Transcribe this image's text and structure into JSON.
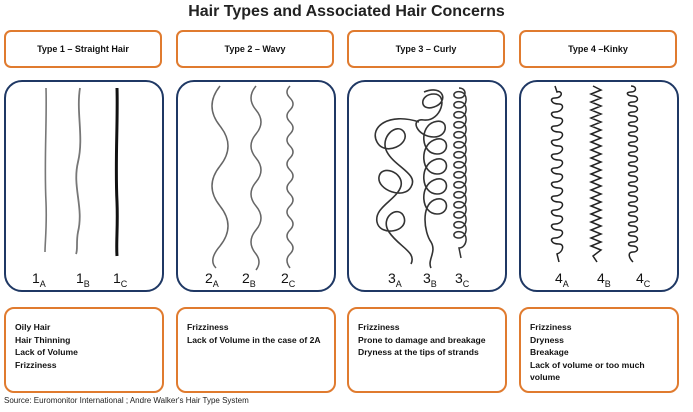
{
  "title": "Hair Types and Associated Hair Concerns",
  "columns": [
    {
      "header": "Type 1 – Straight Hair",
      "labels": [
        {
          "main": "1",
          "sub": "A"
        },
        {
          "main": "1",
          "sub": "B"
        },
        {
          "main": "1",
          "sub": "C"
        }
      ],
      "concerns": [
        "Oily Hair",
        "Hair Thinning",
        "Lack of Volume",
        "Frizziness"
      ]
    },
    {
      "header": "Type 2 – Wavy",
      "labels": [
        {
          "main": "2",
          "sub": "A"
        },
        {
          "main": "2",
          "sub": "B"
        },
        {
          "main": "2",
          "sub": "C"
        }
      ],
      "concerns": [
        "Frizziness",
        "Lack of Volume in the case of 2A"
      ]
    },
    {
      "header": "Type 3 – Curly",
      "labels": [
        {
          "main": "3",
          "sub": "A"
        },
        {
          "main": "3",
          "sub": "B"
        },
        {
          "main": "3",
          "sub": "C"
        }
      ],
      "concerns": [
        "Frizziness",
        "Prone to damage and breakage",
        "Dryness at the tips of strands"
      ]
    },
    {
      "header": "Type 4 –Kinky",
      "labels": [
        {
          "main": "4",
          "sub": "A"
        },
        {
          "main": "4",
          "sub": "B"
        },
        {
          "main": "4",
          "sub": "C"
        }
      ],
      "concerns": [
        "Frizziness",
        "Dryness",
        "Breakage",
        "Lack of volume or too much volume"
      ]
    }
  ],
  "source": "Source: Euromonitor International ; Andre Walker's Hair Type System",
  "colors": {
    "accent_orange": "#e07b2f",
    "panel_border": "#1f3864",
    "strand": "#555555"
  }
}
